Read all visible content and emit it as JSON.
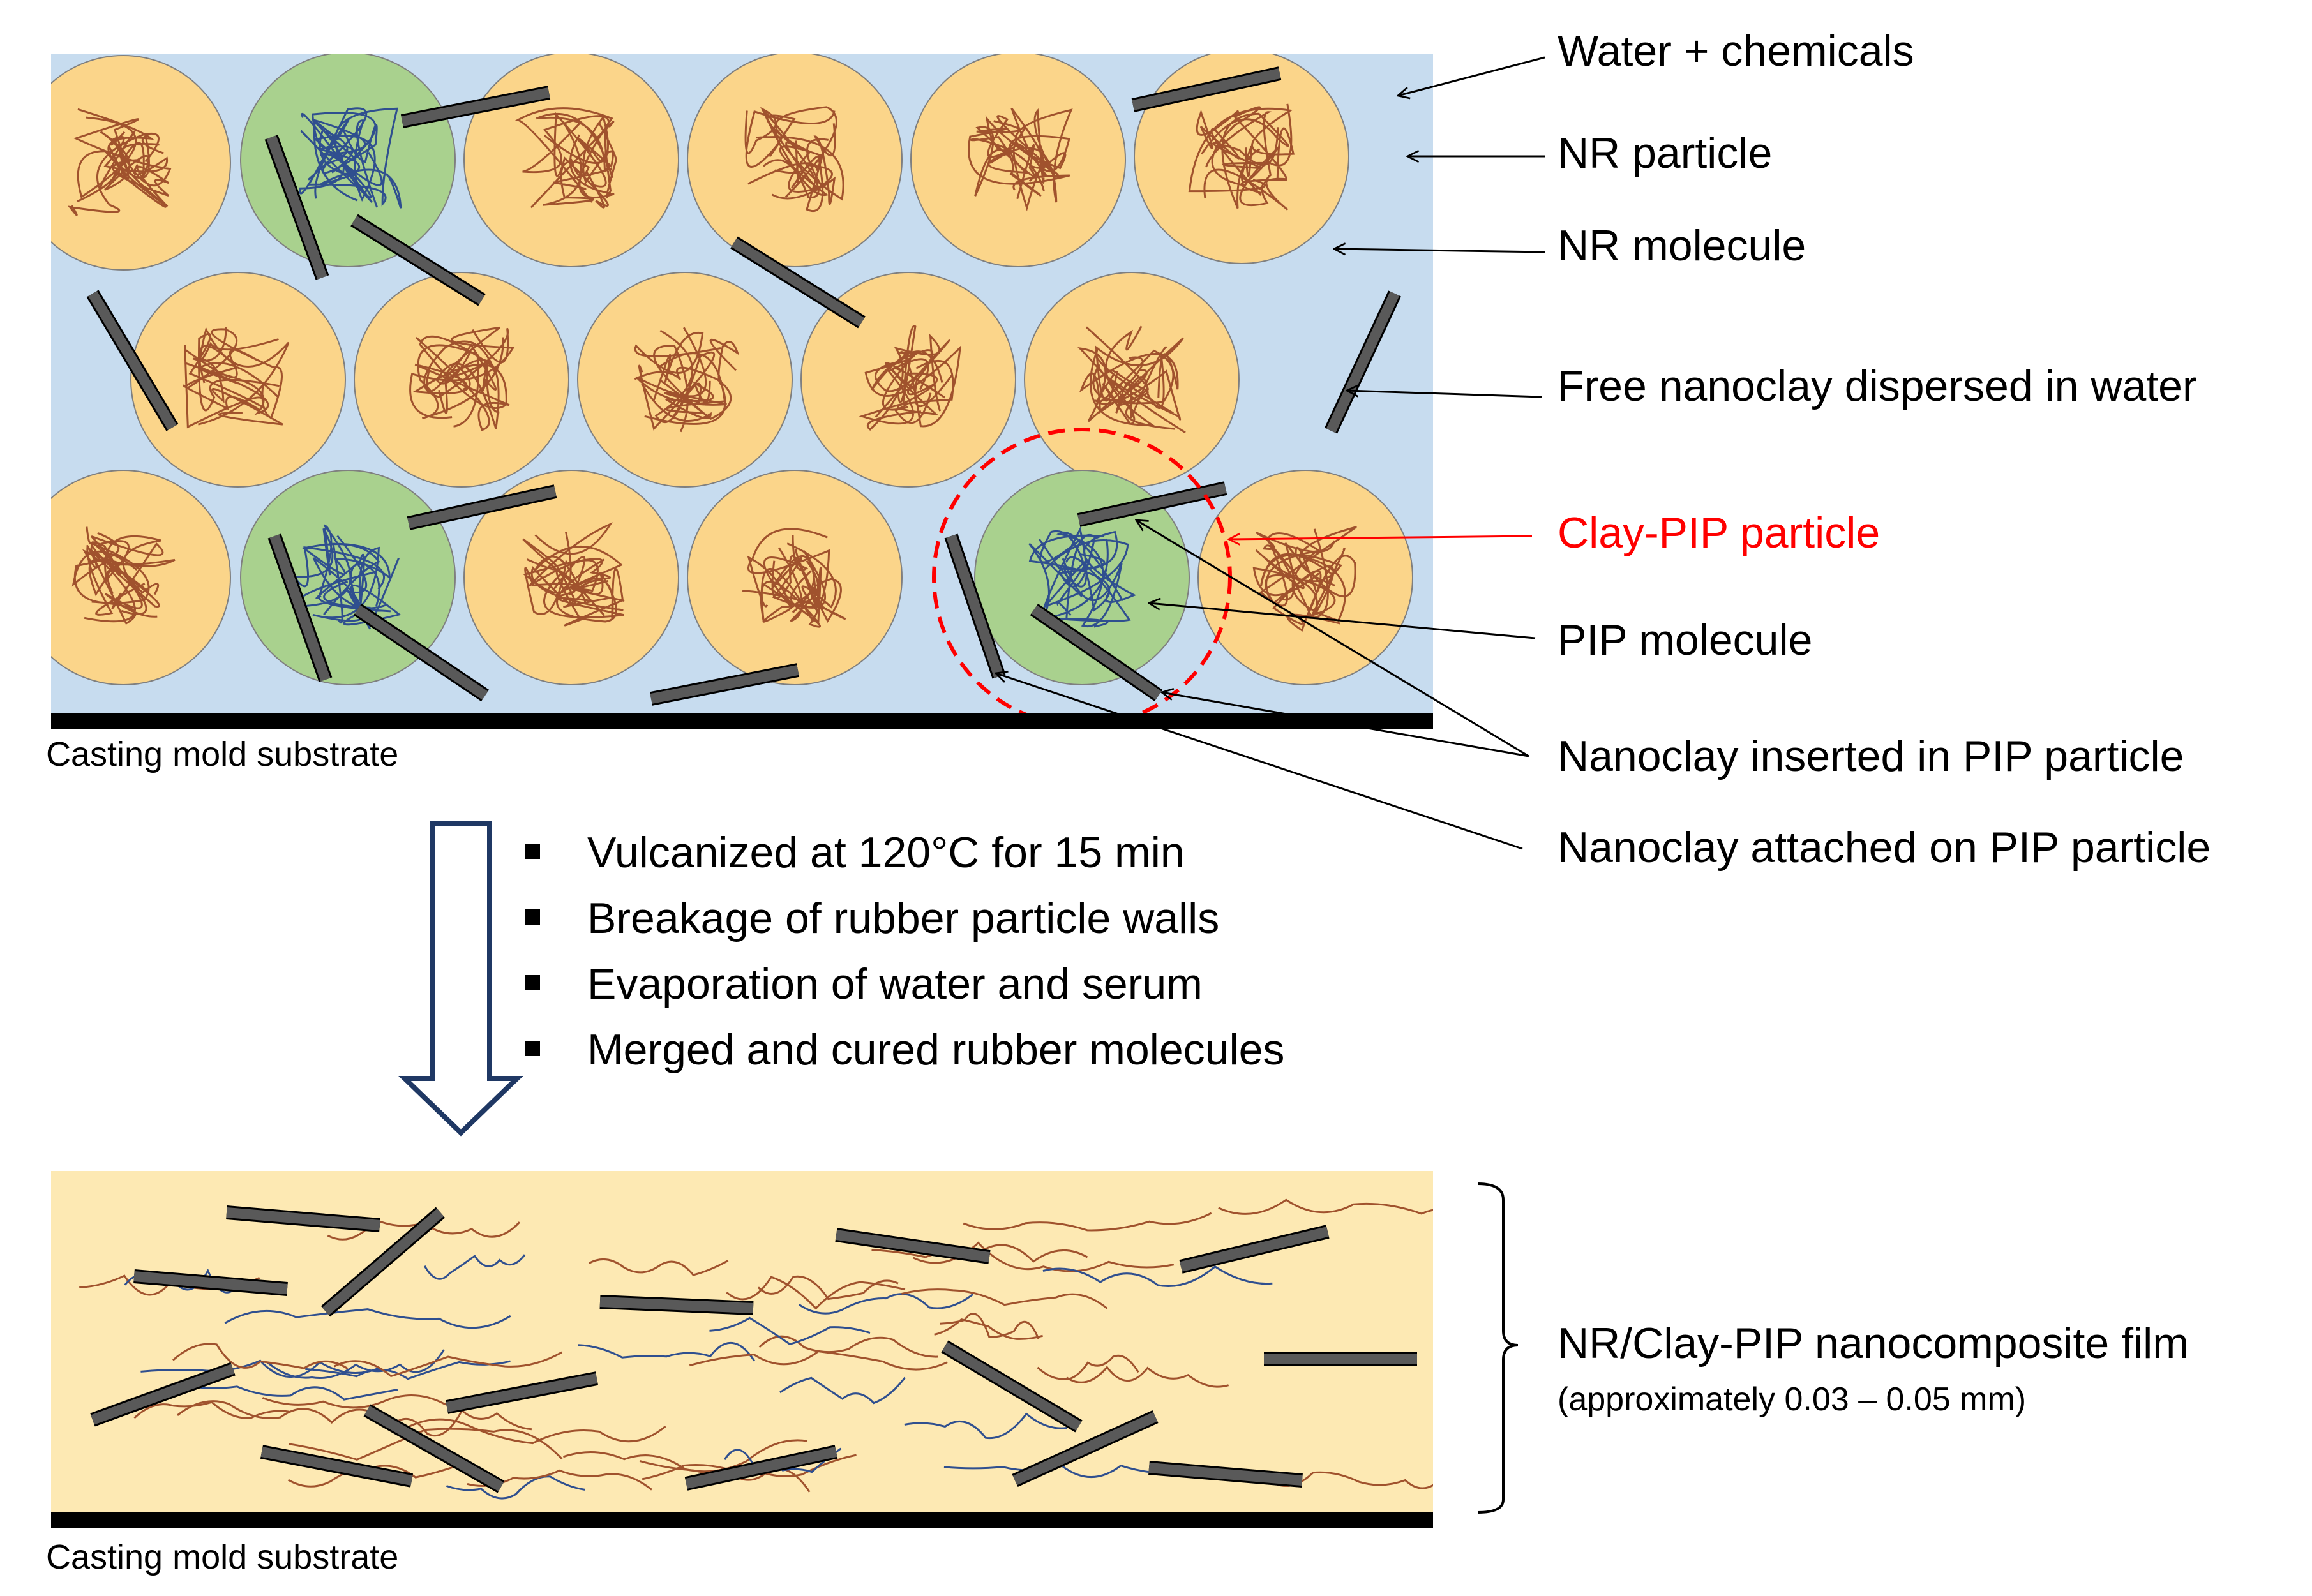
{
  "top_panel": {
    "substrate_label": "Casting mold substrate",
    "colors": {
      "water": "#c7dcef",
      "nr_particle": "#fbd58a",
      "nr_molecule": "#a0522d",
      "pip_particle": "#a9d18e",
      "pip_molecule": "#2f4f8f",
      "nanoclay": "#595959",
      "highlight": "#ff0000"
    }
  },
  "labels": {
    "water_chemicals": "Water + chemicals",
    "nr_particle": "NR particle",
    "nr_molecule": "NR molecule",
    "free_nanoclay": "Free nanoclay dispersed in water",
    "clay_pip_particle": "Clay-PIP particle",
    "pip_molecule": "PIP molecule",
    "nanoclay_inserted": "Nanoclay inserted in PIP particle",
    "nanoclay_attached": "Nanoclay attached on PIP particle"
  },
  "process_steps": [
    "Vulcanized at 120°C for 15 min",
    "Breakage of rubber particle walls",
    "Evaporation of water and serum",
    "Merged and cured rubber molecules"
  ],
  "bottom_panel": {
    "film_label": "NR/Clay-PIP nanocomposite film",
    "thickness_note": "(approximately 0.03 – 0.05 mm)",
    "substrate_label": "Casting mold substrate",
    "colors": {
      "film": "#fde9b3"
    }
  }
}
